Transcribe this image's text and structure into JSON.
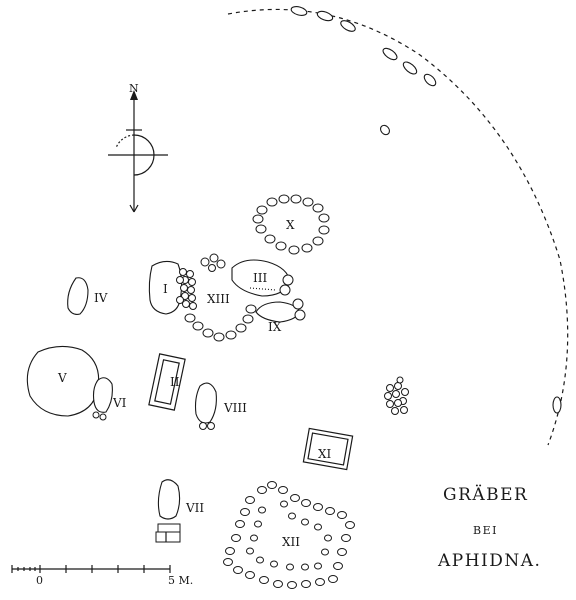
{
  "title": {
    "line1": "GRÄBER",
    "line2": "BEI",
    "line3": "APHIDNA."
  },
  "compass": {
    "north_label": "N"
  },
  "scale_bar": {
    "start_label": "0",
    "end_label": "5 M."
  },
  "graves": [
    {
      "id": "I",
      "label": "I"
    },
    {
      "id": "II",
      "label": "II"
    },
    {
      "id": "III",
      "label": "III"
    },
    {
      "id": "IV",
      "label": "IV"
    },
    {
      "id": "V",
      "label": "V"
    },
    {
      "id": "VI",
      "label": "VI"
    },
    {
      "id": "VII",
      "label": "VII"
    },
    {
      "id": "VIII",
      "label": "VIII"
    },
    {
      "id": "IX",
      "label": "IX"
    },
    {
      "id": "X",
      "label": "X"
    },
    {
      "id": "XI",
      "label": "XI"
    },
    {
      "id": "XII",
      "label": "XII"
    },
    {
      "id": "XIII",
      "label": "XIII"
    }
  ]
}
